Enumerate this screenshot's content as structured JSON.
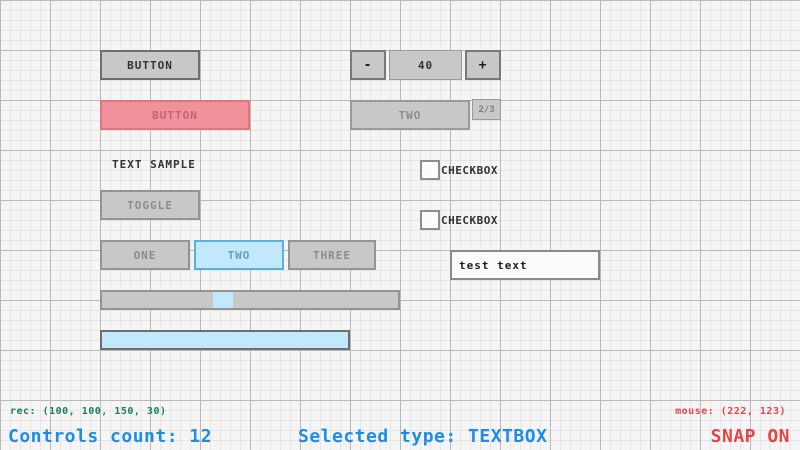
{
  "controls": {
    "button_primary": {
      "label": "BUTTON"
    },
    "button_pink": {
      "label": "BUTTON"
    },
    "text_sample": {
      "label": "TEXT SAMPLE"
    },
    "toggle": {
      "label": "TOGGLE"
    },
    "tabs": {
      "items": [
        "ONE",
        "TWO",
        "THREE"
      ],
      "selected": "TWO"
    },
    "spinner": {
      "minus_label": "-",
      "value": "40",
      "plus_label": "+"
    },
    "dropdown": {
      "value": "TWO",
      "badge": "2/3"
    },
    "checkboxes": [
      {
        "label": "CHECKBOX",
        "checked": false
      },
      {
        "label": "CHECKBOX",
        "checked": false
      }
    ],
    "textbox": {
      "value": "test text"
    },
    "slider": {
      "handle_color": "#c2e8fb"
    },
    "progressbar": {
      "fill_color": "#c2e8fb",
      "value_fraction": 1
    }
  },
  "statusbar": {
    "rec": "rec: (100, 100, 150, 30)",
    "controls_count": "Controls count: 12",
    "selected_type": "Selected type: TEXTBOX",
    "mouse": "mouse: (222, 123)",
    "snap": "SNAP ON"
  },
  "colors": {
    "background": "#f5f5f5",
    "grid_minor": "#e6e6e6",
    "grid_major": "#b9b9b9",
    "control_gray": "#c8c8c8",
    "accent_blue_fill": "#c2e8fb",
    "accent_blue_border": "#5fb0d8",
    "pink_fill": "#f0929b",
    "pink_border": "#e2747e",
    "status_green": "#1e7d52",
    "status_blue": "#1e8ce8",
    "status_red": "#e64545"
  }
}
